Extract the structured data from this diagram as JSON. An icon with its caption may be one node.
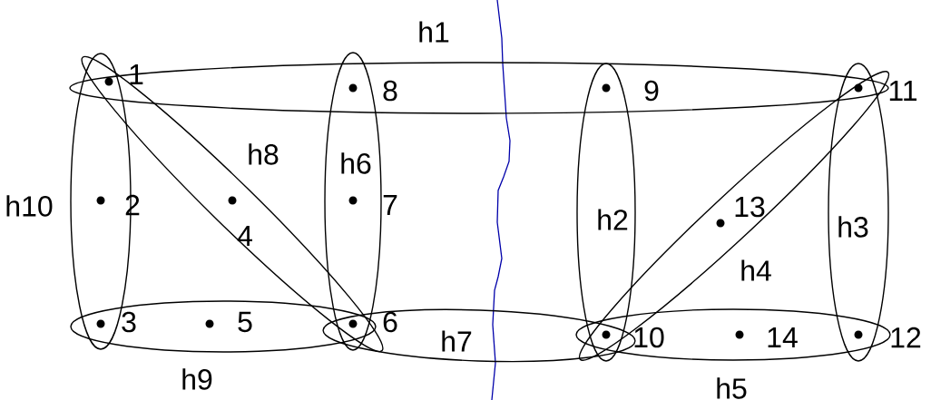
{
  "diagram": {
    "nodes": [
      {
        "text": [
          "h1"
        ]
      },
      {
        "text": [
          "h2"
        ]
      },
      {
        "text": [
          "h3"
        ]
      },
      {
        "text": [
          "h4"
        ]
      },
      {
        "text": [
          "h5"
        ]
      },
      {
        "text": [
          "h6"
        ]
      },
      {
        "text": [
          "h7"
        ]
      },
      {
        "text": [
          "h8"
        ]
      },
      {
        "text": [
          "h9"
        ]
      },
      {
        "text": [
          "h10"
        ]
      },
      {
        "text": [],
        "shape": "circle"
      },
      {
        "text": [],
        "shape": "circle",
        "in": 9
      },
      {
        "text": [],
        "shape": "circle"
      },
      {
        "text": [],
        "shape": "circle",
        "in": 7
      },
      {
        "text": [],
        "shape": "circle",
        "in": 8
      },
      {
        "text": [],
        "shape": "circle"
      },
      {
        "text": [],
        "shape": "circle",
        "in": 5
      },
      {
        "text": [],
        "shape": "circle"
      },
      {
        "text": [],
        "shape": "circle"
      },
      {
        "text": [],
        "shape": "circle"
      },
      {
        "text": [],
        "shape": "circle"
      },
      {
        "text": [],
        "shape": "circle"
      },
      {
        "text": [],
        "shape": "circle",
        "in": 3
      },
      {
        "text": [],
        "shape": "circle",
        "in": 4
      }
    ],
    "labels": [
      "1",
      "2",
      "3",
      "4",
      "5",
      "6",
      "7",
      "8",
      "9",
      "10",
      "11",
      "12",
      "13",
      "14"
    ]
  }
}
